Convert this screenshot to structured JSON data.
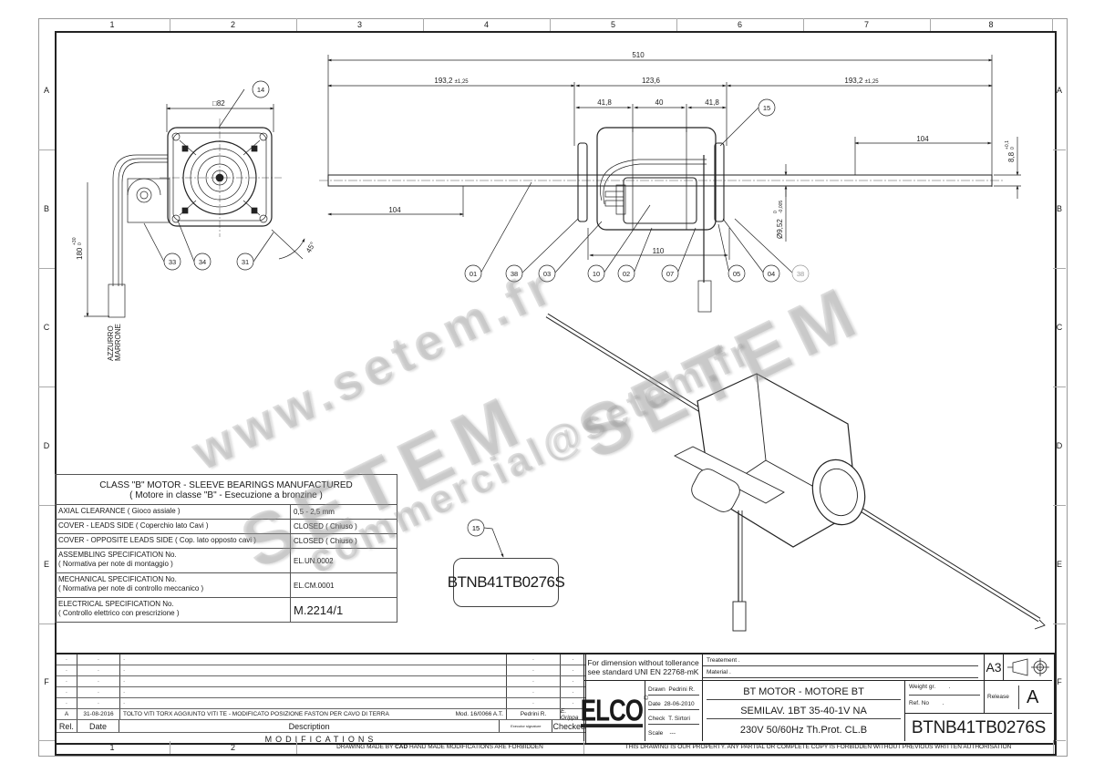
{
  "grid": {
    "columns": [
      "1",
      "2",
      "3",
      "4",
      "5",
      "6",
      "7",
      "8"
    ],
    "rows": [
      "A",
      "B",
      "C",
      "D",
      "E",
      "F"
    ]
  },
  "front_view": {
    "square_dim": "□82",
    "lead_length": "180",
    "lead_tol_upper": "+30",
    "lead_tol_lower": "0",
    "angle": "45°",
    "wire_labels": [
      "AZZURRO",
      "MARRONE"
    ],
    "balloons": [
      "14",
      "33",
      "34",
      "31"
    ]
  },
  "side_view": {
    "overall_length": "510",
    "left_shaft": "193,2",
    "left_shaft_tol": "±1,25",
    "right_shaft": "193,2",
    "right_shaft_tol": "±1,25",
    "body_length": "123,6",
    "segment_a": "41,8",
    "segment_b": "40",
    "segment_c": "41,8",
    "flat_left": "104",
    "flat_right": "104",
    "bracket_len": "110",
    "shaft_dia": "Ø9,52",
    "shaft_dia_tol_upper": "0",
    "shaft_dia_tol_lower": "-0,005",
    "flat_height": "8,8",
    "flat_tol_upper": "+0,1",
    "flat_tol_lower": "0",
    "balloons": [
      "01",
      "38",
      "03",
      "10",
      "02",
      "07",
      "05",
      "04",
      "38",
      "15"
    ]
  },
  "spec_table": {
    "title": "CLASS \"B\" MOTOR - SLEEVE BEARINGS MANUFACTURED",
    "subtitle": "( Motore in classe \"B\" - Esecuzione a bronzine )",
    "rows": [
      {
        "k1": "AXIAL CLEARANCE ( Gioco assiale )",
        "k2": "",
        "v": "0,5 - 2,5 mm"
      },
      {
        "k1": "COVER  -  LEADS SIDE ( Coperchio lato Cavi )",
        "k2": "",
        "v": "CLOSED ( Chiuso )"
      },
      {
        "k1": "COVER  -  OPPOSITE LEADS SIDE ( Cop. lato opposto cavi )",
        "k2": "",
        "v": "CLOSED ( Chiuso )"
      },
      {
        "k1": "ASSEMBLING SPECIFICATION No.",
        "k2": "( Normativa per note di montaggio )",
        "v": "EL.UN.0002"
      },
      {
        "k1": "MECHANICAL SPECIFICATION No.",
        "k2": "( Normativa per note di controllo meccanico )",
        "v": "EL.CM.0001"
      },
      {
        "k1": "ELECTRICAL SPECIFICATION No.",
        "k2": "( Controllo elettrico con prescrizione )",
        "v": "M.2214/1"
      }
    ]
  },
  "label_callout": {
    "balloon": "15",
    "code": "BTNB41TB0276S"
  },
  "watermark": {
    "url": "www.setem.fr",
    "brand": "SETEM",
    "brand2": "SETEM",
    "email": "commercial@setem.fr"
  },
  "modifications": {
    "empty_rows": 5,
    "entry": {
      "rel": "A",
      "date": "31-08-2016",
      "desc": "TOLTO VITI TORX AGGIUNTO VITI TE - MODIFICATO POSIZIONE FASTON PER CAVO DI TERRA",
      "mod": "Mod. 16/0066 A.T.",
      "executor": "Pedrini R.",
      "checked": "E. Grippa"
    },
    "headers": {
      "rel": "Rel.",
      "date": "Date",
      "desc": "Description",
      "exec": "Executor signature",
      "checked": "Checked"
    },
    "title": "MODIFICATIONS"
  },
  "title_block": {
    "tolerance_note_1": "For dimension without tollerance",
    "tolerance_note_2": "see standard UNI EN 22768-mK",
    "treatment_label": "Treatement",
    "treatment_value": ".",
    "material_label": "Material",
    "material_value": ".",
    "sheet_size": "A3",
    "logo": "ELCO",
    "drawn_label": "Drawn",
    "drawn_value": "Pedrini R.",
    "date_label": "Date",
    "date_value": "28-06-2010",
    "check_label": "Check",
    "check_value": "T. Sirtori",
    "scale_label": "Scale",
    "scale_value": "---",
    "desc_line1": "BT MOTOR   -   MOTORE BT",
    "desc_line2": "SEMILAV. 1BT 35-40-1V NA",
    "desc_line3": "230V   50/60Hz   Th.Prot. CL.B",
    "weight_label": "Weight gr.",
    "weight_value": ".",
    "ref_label": "Ref. No",
    "ref_value": ".",
    "release_label": "Release",
    "release_value": "A",
    "part_number": "BTNB41TB0276S"
  },
  "footer": {
    "left_note_prefix": "DRAWING MADE BY ",
    "left_note_bold": "CAD",
    "left_note_suffix": " HAND MADE MODIFICATIONS ARE FORBIDDEN",
    "right_note": "THIS DRAWING IS OUR PROPERTY. ANY PARTIAL OR COMPLETE COPY IS FORBIDDEN WITHOUT PREVIOUS WRITTEN AUTHORISATION"
  }
}
